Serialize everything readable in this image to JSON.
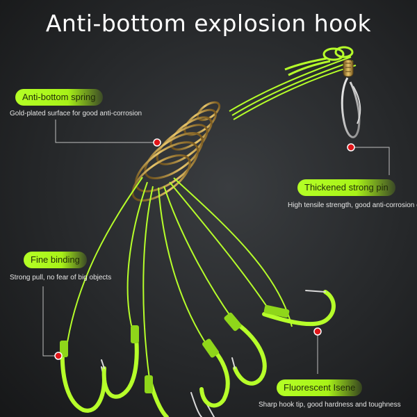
{
  "title": "Anti-bottom explosion hook",
  "callouts": {
    "spring": {
      "label": "Anti-bottom spring",
      "desc": "Gold-plated surface for good anti-corrosion"
    },
    "pin": {
      "label": "Thickened strong pin",
      "desc": "High tensile strength, good anti-corrosion effect"
    },
    "binding": {
      "label": "Fine binding",
      "desc": "Strong pull, no fear of big objects"
    },
    "isene": {
      "label": "Fluorescent Isene",
      "desc": "Sharp hook tip, good hardness and toughness"
    }
  },
  "colors": {
    "fluorescent_line": "#b6ff2a",
    "gold": "#c9a24a",
    "marker_red": "#e0161a",
    "background": "#2a2c2e"
  }
}
